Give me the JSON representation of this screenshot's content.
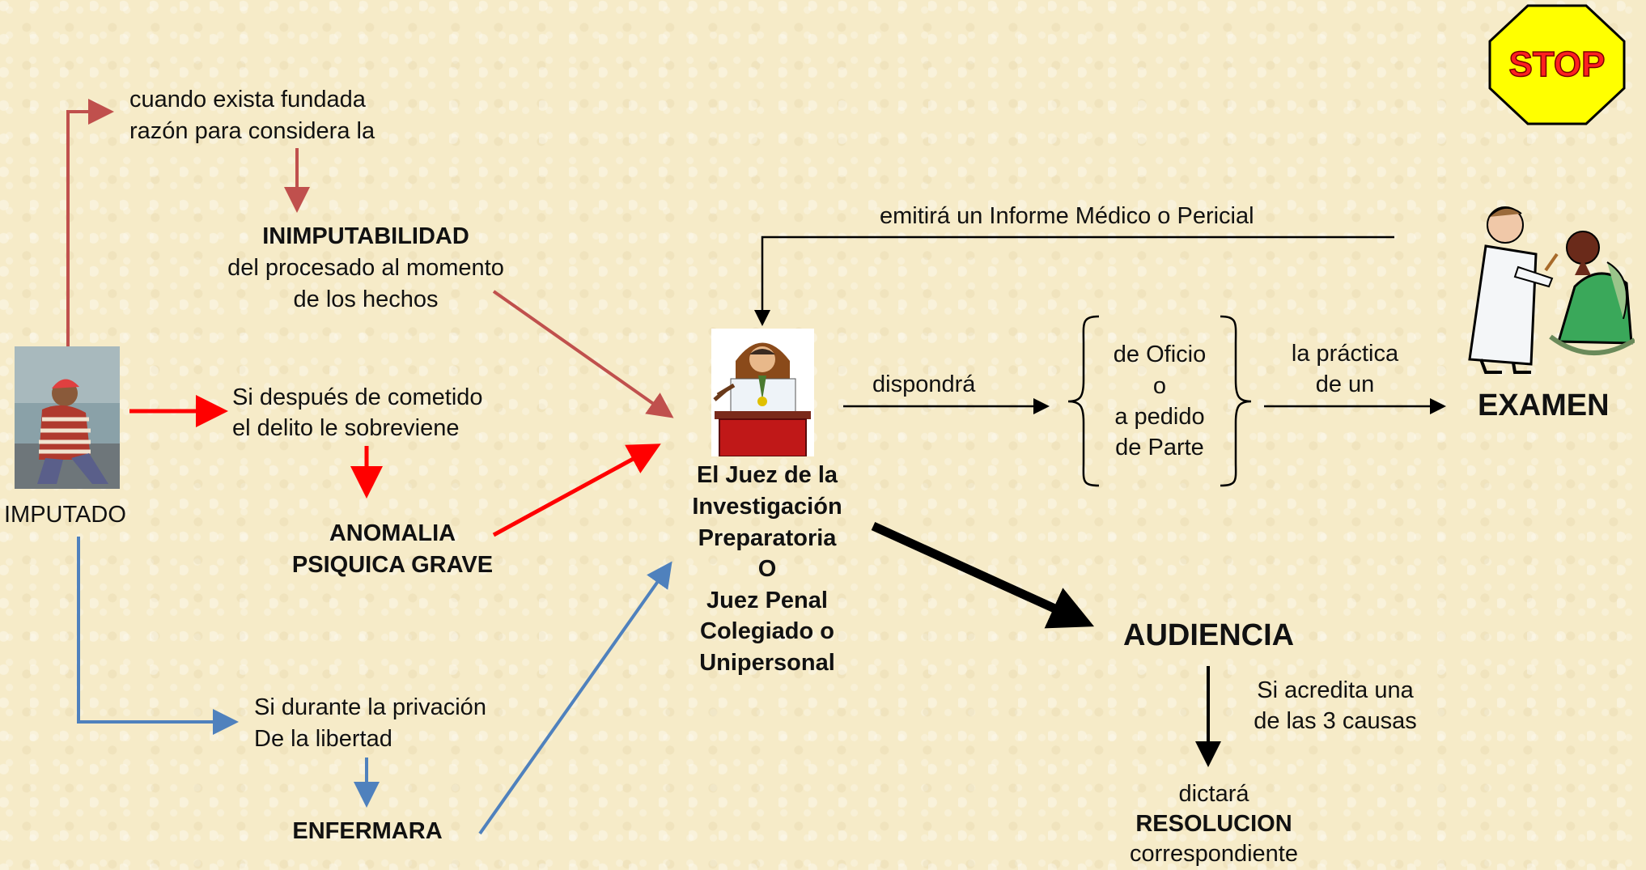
{
  "stop_sign": {
    "label": "STOP",
    "color": "#ff2020",
    "fill": "#ffff00"
  },
  "imputado": {
    "label": "IMPUTADO"
  },
  "branch_top": {
    "condition_line1": "cuando exista fundada",
    "condition_line2": "razón para considera la",
    "result_title": "INIMPUTABILIDAD",
    "result_line2": "del procesado al momento",
    "result_line3": "de los hechos",
    "color": "#c0504d"
  },
  "branch_middle": {
    "condition_line1": "Si después de cometido",
    "condition_line2": "el delito le sobreviene",
    "result_line1": "ANOMALIA",
    "result_line2": "PSIQUICA GRAVE",
    "color": "#ff0000"
  },
  "branch_bottom": {
    "condition_line1": "Si durante la privación",
    "condition_line2": "De la libertad",
    "result": "ENFERMARA",
    "color": "#4f81bd"
  },
  "judge": {
    "line1": "El Juez de la",
    "line2": "Investigación",
    "line3": "Preparatoria",
    "line4": "O",
    "line5": "Juez Penal",
    "line6": "Colegiado o",
    "line7": "Unipersonal"
  },
  "flow": {
    "dispondra": "dispondrá",
    "brace_line1": "de Oficio",
    "brace_line2": "o",
    "brace_line3": "a pedido",
    "brace_line4": "de Parte",
    "practica_line1": "la práctica",
    "practica_line2": "de un",
    "examen": "EXAMEN",
    "informe": "emitirá un Informe Médico o Pericial",
    "audiencia": "AUDIENCIA",
    "acredita_line1": "Si acredita una",
    "acredita_line2": "de las 3 causas",
    "dictara": "dictará",
    "resolucion": "RESOLUCION",
    "correspondiente": "correspondiente"
  }
}
